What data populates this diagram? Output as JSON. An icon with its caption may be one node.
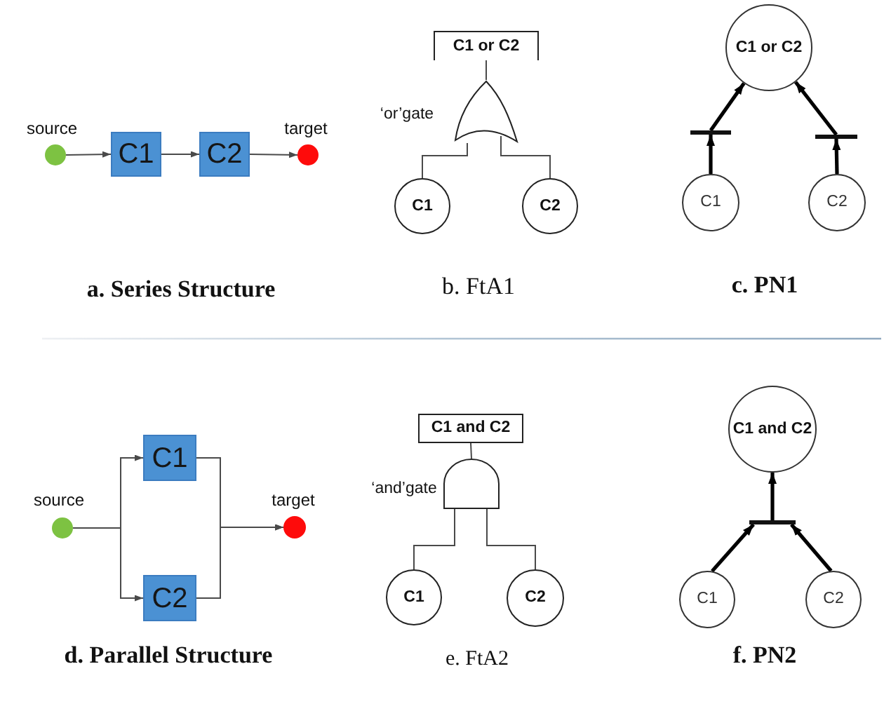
{
  "diagram": {
    "nodes": [
      {
        "text": [],
        "shape": "circle",
        "beside": [
          "source"
        ]
      },
      {
        "text": [
          "C1"
        ]
      },
      {
        "text": [
          "C2"
        ]
      },
      {
        "text": [],
        "shape": "circle",
        "beside": [
          "target"
        ]
      },
      {
        "text": [
          "C1 or C2"
        ]
      },
      {
        "text": [],
        "shape": "gate",
        "beside": [
          "‘or’gate"
        ]
      },
      {
        "text": [
          "C1"
        ]
      },
      {
        "text": [
          "C2"
        ]
      },
      {
        "text": [
          "C1 or C2"
        ]
      },
      {
        "text": [],
        "shape": "bar"
      },
      {
        "text": [],
        "shape": "bar"
      },
      {
        "text": [
          "C1"
        ]
      },
      {
        "text": [
          "C2"
        ]
      },
      {
        "text": [],
        "shape": "circle",
        "beside": [
          "source"
        ]
      },
      {
        "text": [
          "C1"
        ]
      },
      {
        "text": [
          "C2"
        ]
      },
      {
        "text": [],
        "shape": "circle",
        "beside": [
          "target"
        ]
      },
      {
        "text": [
          "C1 and C2"
        ]
      },
      {
        "text": [],
        "shape": "gate",
        "beside": [
          "‘and’gate"
        ]
      },
      {
        "text": [
          "C1"
        ]
      },
      {
        "text": [
          "C2"
        ]
      },
      {
        "text": [
          "C1 and C2"
        ]
      },
      {
        "text": [],
        "shape": "bar"
      },
      {
        "text": [
          "C1"
        ]
      },
      {
        "text": [
          "C2"
        ]
      }
    ],
    "edges": [
      {
        "from": 0,
        "to": 1,
        "arrow": "to"
      },
      {
        "from": 1,
        "to": 2,
        "arrow": "to"
      },
      {
        "from": 2,
        "to": 3,
        "arrow": "to"
      },
      {
        "from": 5,
        "to": 4,
        "arrow": "none"
      },
      {
        "from": 6,
        "to": 5,
        "arrow": "none"
      },
      {
        "from": 7,
        "to": 5,
        "arrow": "none"
      },
      {
        "from": 11,
        "to": 9,
        "arrow": "to",
        "style": "thick"
      },
      {
        "from": 9,
        "to": 8,
        "arrow": "to",
        "style": "thick"
      },
      {
        "from": 12,
        "to": 10,
        "arrow": "to",
        "style": "thick"
      },
      {
        "from": 10,
        "to": 8,
        "arrow": "to",
        "style": "thick"
      },
      {
        "from": 13,
        "to": 14,
        "arrow": "to"
      },
      {
        "from": 13,
        "to": 15,
        "arrow": "to"
      },
      {
        "from": 14,
        "to": 16,
        "arrow": "to"
      },
      {
        "from": 15,
        "to": 16,
        "arrow": "to"
      },
      {
        "from": 18,
        "to": 17,
        "arrow": "none"
      },
      {
        "from": 19,
        "to": 18,
        "arrow": "none"
      },
      {
        "from": 20,
        "to": 18,
        "arrow": "none"
      },
      {
        "from": 22,
        "to": 21,
        "arrow": "to",
        "style": "thick"
      },
      {
        "from": 23,
        "to": 22,
        "arrow": "to",
        "style": "thick"
      },
      {
        "from": 24,
        "to": 22,
        "arrow": "to",
        "style": "thick"
      }
    ],
    "labels": [
      "a. Series Structure",
      "b. FtA1",
      "c. PN1",
      "d. Parallel Structure",
      "e. FtA2",
      "f. PN2"
    ]
  }
}
